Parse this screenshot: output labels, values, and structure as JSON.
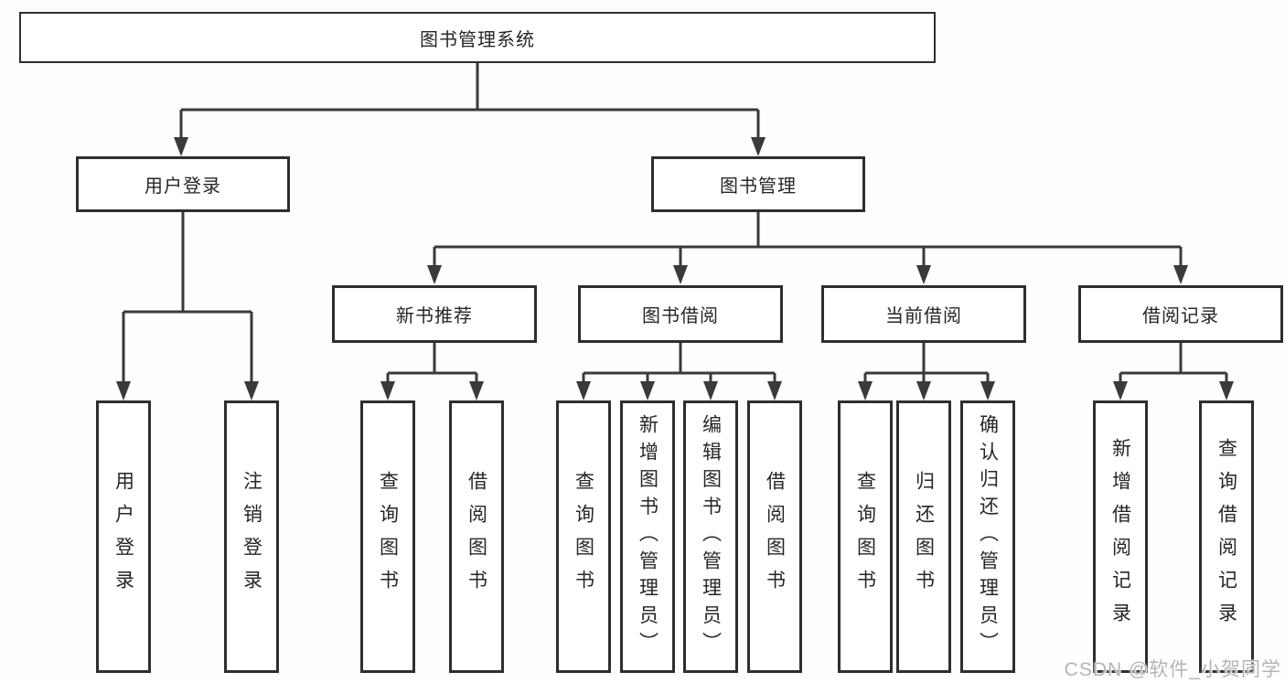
{
  "nodes": {
    "root": {
      "label": "图书管理系统"
    },
    "level2": [
      {
        "label": "用户登录"
      },
      {
        "label": "图书管理"
      }
    ],
    "level3": [
      {
        "label": "新书推荐",
        "parent": "图书管理"
      },
      {
        "label": "图书借阅",
        "parent": "图书管理"
      },
      {
        "label": "当前借阅",
        "parent": "图书管理"
      },
      {
        "label": "借阅记录",
        "parent": "图书管理"
      }
    ],
    "leaves": [
      {
        "label": "用户登录",
        "parent": "用户登录"
      },
      {
        "label": "注销登录",
        "parent": "用户登录"
      },
      {
        "label": "查询图书",
        "parent": "新书推荐"
      },
      {
        "label": "借阅图书",
        "parent": "新书推荐"
      },
      {
        "label": "查询图书",
        "parent": "图书借阅"
      },
      {
        "label": "新增图书（管理员）",
        "parent": "图书借阅"
      },
      {
        "label": "编辑图书（管理员）",
        "parent": "图书借阅"
      },
      {
        "label": "借阅图书",
        "parent": "图书借阅"
      },
      {
        "label": "查询图书",
        "parent": "当前借阅"
      },
      {
        "label": "归还图书",
        "parent": "当前借阅"
      },
      {
        "label": "确认归还（管理员）",
        "parent": "当前借阅"
      },
      {
        "label": "新增借阅记录",
        "parent": "借阅记录"
      },
      {
        "label": "查询借阅记录",
        "parent": "借阅记录"
      }
    ]
  },
  "watermark": "CSDN @软件_小贺同学",
  "colors": {
    "line": "#3a3a3a",
    "border": "#2e2e2e",
    "fill": "#ffffff",
    "text": "#262626",
    "watermark": "#b4b4b4"
  }
}
